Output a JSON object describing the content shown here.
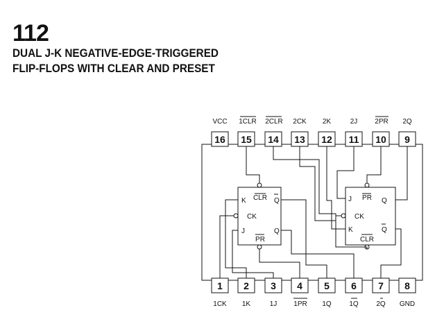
{
  "header": {
    "part_number": "112",
    "description_line1": "DUAL J-K NEGATIVE-EDGE-TRIGGERED",
    "description_line2": "FLIP-FLOPS WITH CLEAR AND PRESET"
  },
  "pins_top": [
    {
      "number": "16",
      "label": "VCC"
    },
    {
      "number": "15",
      "label": "1CLR"
    },
    {
      "number": "14",
      "label": "2CLR"
    },
    {
      "number": "13",
      "label": "2CK"
    },
    {
      "number": "12",
      "label": "2K"
    },
    {
      "number": "11",
      "label": "2J"
    },
    {
      "number": "10",
      "label": "2PR"
    },
    {
      "number": "9",
      "label": "2Q"
    }
  ],
  "pins_bottom": [
    {
      "number": "1",
      "label": "1CK"
    },
    {
      "number": "2",
      "label": "1K"
    },
    {
      "number": "3",
      "label": "1J"
    },
    {
      "number": "4",
      "label": "1PR"
    },
    {
      "number": "5",
      "label": "1Q"
    },
    {
      "number": "6",
      "label": "1Q"
    },
    {
      "number": "7",
      "label": "2Q"
    },
    {
      "number": "8",
      "label": "GND"
    }
  ],
  "flipflop1": {
    "clr": "CLR",
    "k": "K",
    "ck": "CK",
    "j": "J",
    "q": "Q",
    "qbar": "Q",
    "pr": "PR"
  },
  "flipflop2": {
    "pr": "PR",
    "j": "J",
    "ck": "CK",
    "k": "K",
    "q": "Q",
    "qbar": "Q",
    "clr": "CLR"
  }
}
